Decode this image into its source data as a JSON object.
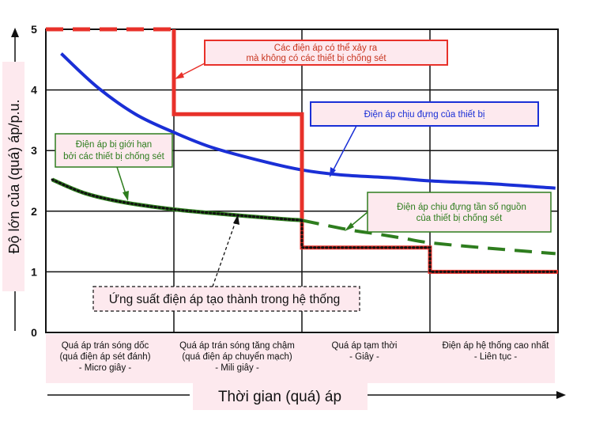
{
  "chart_data": {
    "type": "line",
    "ylabel": "Độ lớn của (quá) áp/p.u.",
    "xlabel": "Thời gian (quá) áp",
    "ylim": [
      0,
      5
    ],
    "y_ticks": [
      "0",
      "1",
      "2",
      "3",
      "4",
      "5"
    ],
    "grid": "on",
    "x_regions": [
      {
        "line1": "Quá áp trán sóng dốc",
        "line2": "(quá điện áp sét đánh)",
        "line3": "- Micro giây -"
      },
      {
        "line1": "Quá áp trán sóng tăng chậm",
        "line2": "(quá điện áp chuyển mạch)",
        "line3": "- Mili giây -"
      },
      {
        "line1": "Quá áp tạm thời",
        "line2": "- Giây -",
        "line3": ""
      },
      {
        "line1": "Điện áp hệ thống cao nhất",
        "line2": "- Liên tục -",
        "line3": ""
      }
    ],
    "series": [
      {
        "key": "possible_overvoltage",
        "color": "#e8312a",
        "style": "solid-step",
        "x": [
          0,
          1,
          1,
          2,
          2,
          3,
          3,
          4
        ],
        "values": [
          5,
          5,
          3.6,
          3.6,
          1.4,
          1.4,
          1.0,
          1.0
        ]
      },
      {
        "key": "equipment_withstand",
        "color": "#1a2fd6",
        "style": "solid-curve",
        "x": [
          0.12,
          0.4,
          0.7,
          1.0,
          1.3,
          1.7,
          2.0,
          2.3,
          2.7,
          3.0,
          3.5,
          3.98
        ],
        "values": [
          4.6,
          4.05,
          3.6,
          3.3,
          3.05,
          2.82,
          2.68,
          2.6,
          2.55,
          2.5,
          2.45,
          2.38
        ]
      },
      {
        "key": "power_frequency_withstand",
        "color": "#2e7d1e",
        "style": "dashed",
        "x": [
          2.0,
          2.35,
          2.6,
          2.8,
          3.0,
          3.4,
          3.98
        ],
        "values": [
          1.85,
          1.7,
          1.62,
          1.55,
          1.48,
          1.4,
          1.3
        ]
      },
      {
        "key": "limited_by_arrester",
        "color": "#2e7d1e",
        "style": "solid-curve",
        "x": [
          0.05,
          0.3,
          0.6,
          1.0,
          1.4,
          1.8,
          2.0
        ],
        "values": [
          2.52,
          2.3,
          2.15,
          2.03,
          1.95,
          1.88,
          1.85
        ]
      },
      {
        "key": "resulting_stress",
        "color": "#111111",
        "style": "dotted",
        "x": [
          0.05,
          0.3,
          0.6,
          1.0,
          1.4,
          1.8,
          2.0,
          2.0,
          3.0,
          3.0,
          3.98
        ],
        "values": [
          2.52,
          2.3,
          2.15,
          2.03,
          1.95,
          1.88,
          1.85,
          1.4,
          1.4,
          1.0,
          1.0
        ]
      }
    ],
    "annotations": {
      "possible": {
        "line1": "Các điện áp có thể xảy ra",
        "line2": "mà không có các thiết bị chống sét"
      },
      "withstand": {
        "line1": "Điện áp chịu đựng của thiết bị"
      },
      "limited": {
        "line1": "Điện áp bị giới hạn",
        "line2": "bởi các thiết bị chống sét"
      },
      "power_freq": {
        "line1": "Điện áp chịu đựng tần số nguồn",
        "line2": "của thiết bị chống sét"
      },
      "stress": {
        "line1": "Ứng suất điện áp tạo thành trong hệ thống"
      }
    }
  }
}
